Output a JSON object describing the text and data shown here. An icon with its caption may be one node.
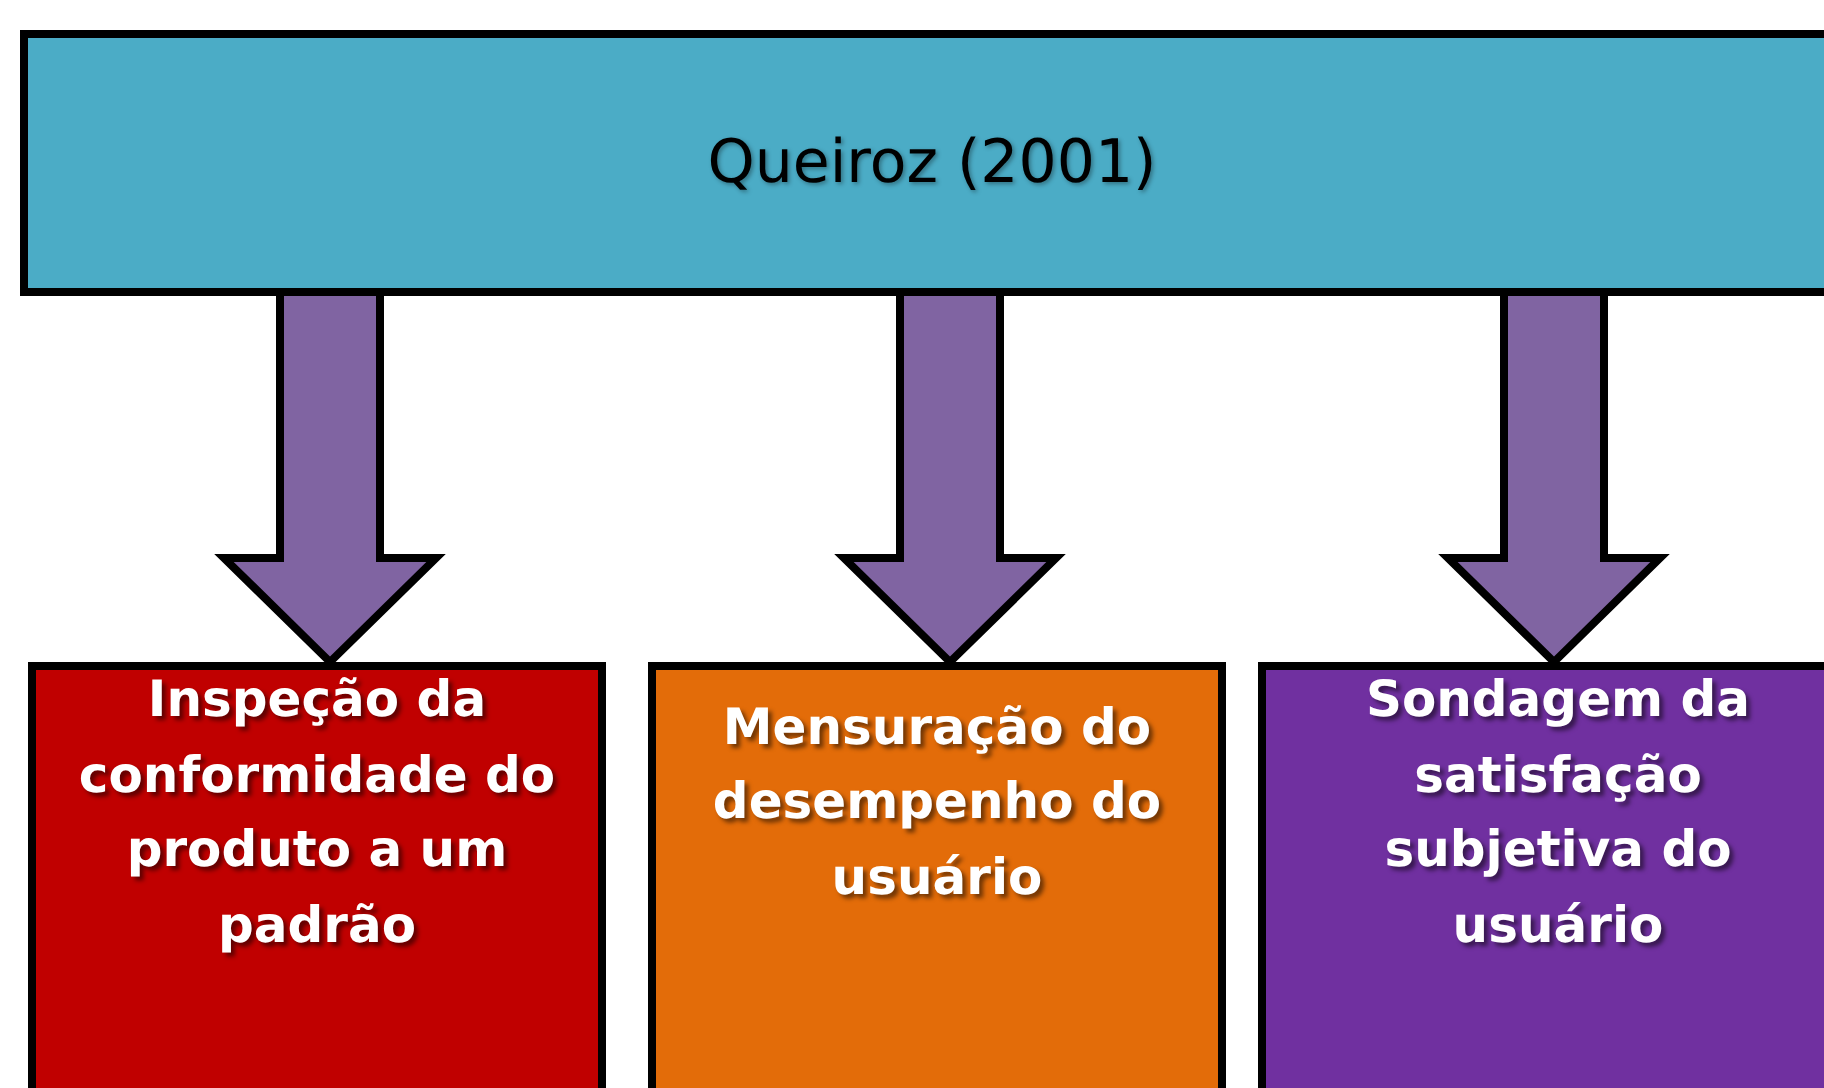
{
  "diagram": {
    "nodes": [
      {
        "text": [
          "Queiroz (2001)"
        ]
      },
      {
        "text": [
          "Inspeção da conformidade do produto a um padrão"
        ]
      },
      {
        "text": [
          "Mensuração do desempenho do usuário"
        ]
      },
      {
        "text": [
          "Sondagem da satisfação subjetiva do usuário"
        ]
      }
    ],
    "edges": [
      {
        "from": 0,
        "to": 1,
        "arrow": "to"
      },
      {
        "from": 0,
        "to": 2,
        "arrow": "to"
      },
      {
        "from": 0,
        "to": 3,
        "arrow": "to"
      }
    ]
  }
}
